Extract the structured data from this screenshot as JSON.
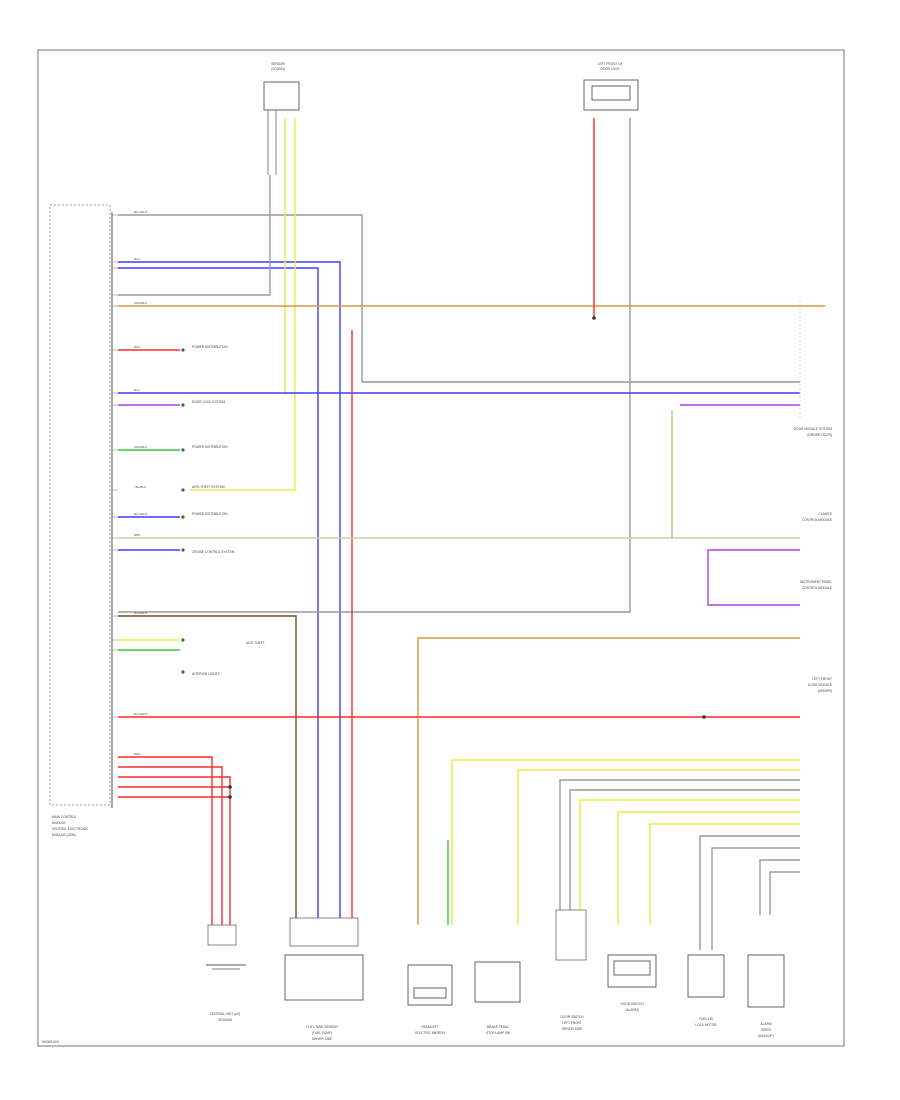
{
  "diagram": {
    "footer_code": "W0065-A04",
    "components": {
      "sensor_top": "SENSOR",
      "sensor_top_2": "(SOUND)",
      "top_right": "LEFT FRONT LH",
      "top_right_2": "DOOR LOCK",
      "cem": "MAIN CONTROL",
      "cem_2": "MODULE",
      "cem_3": "CENTRAL ELECTRONIC",
      "cem_4": "MODULE (CEM)",
      "ground": "CENTRAL UNIT (LH)",
      "ground_2": "GROUND",
      "fuel_sender": "FUEL TANK SENDER",
      "fuel_sender_2": "(FUEL PUMP)",
      "fuel_sender_3": "DRIVER SIDE",
      "passenger_mirror": "PASS/LEFT",
      "passenger_mirror_2": "ELECTRIC MIRROR",
      "stop_lamp": "BRAKE PEDAL",
      "stop_lamp_2": "STOP LAMP SW",
      "door_switch": "DOOR SWITCH",
      "door_switch_2": "LEFT FRONT",
      "door_switch_3": "DRIVER SIDE",
      "hood": "HOOD SWITCH",
      "hood_2": "(ALARM)",
      "fuel_door": "FUEL LID",
      "fuel_door_2": "LOCK MOTOR",
      "horn": "ALARM",
      "horn_2": "SIREN",
      "horn_3": "(BACKUP)",
      "right_a": "DOOR MODULE SYSTEM",
      "right_a_2": "(DRIVER DOOR)",
      "right_b": "CLIMATE",
      "right_b_2": "CONTROL MODULE",
      "right_c": "INSTRUMENT PANEL",
      "right_c_2": "CONTROL MODULE",
      "right_d": "LEFT FRONT",
      "right_d_2": "DOOR MODULE",
      "right_d_3": "(DRIVER)"
    },
    "refs": [
      "POWER DISTRIBUTION",
      "DOOR LOCK SYSTEM",
      "POWER DISTRIBUTION",
      "ANTI-THEFT SYSTEM",
      "POWER DISTRIBUTION",
      "CRUISE CONTROL SYSTEM",
      "ANTI-THEFT",
      "INTERIOR LIGHTS"
    ],
    "wire_codes": {
      "bu_wh": "BLU/WHT",
      "bu": "BLU",
      "gn_bk": "GRN/BLK",
      "br": "BRN",
      "yl": "YEL",
      "yl_bk": "YEL/BLK",
      "rd": "RED",
      "gy": "GRY",
      "wh": "WHT",
      "vt": "VIO",
      "bk": "BLK"
    },
    "colors": {
      "red": "#ff2a2a",
      "blue": "#3b3bff",
      "yellow": "#eaea40",
      "orange": "#d89a3c",
      "green": "#3cc83c",
      "violet": "#b040e0",
      "gray": "#9a9a9a",
      "brown": "#7a4a20",
      "dark": "#333333"
    }
  }
}
